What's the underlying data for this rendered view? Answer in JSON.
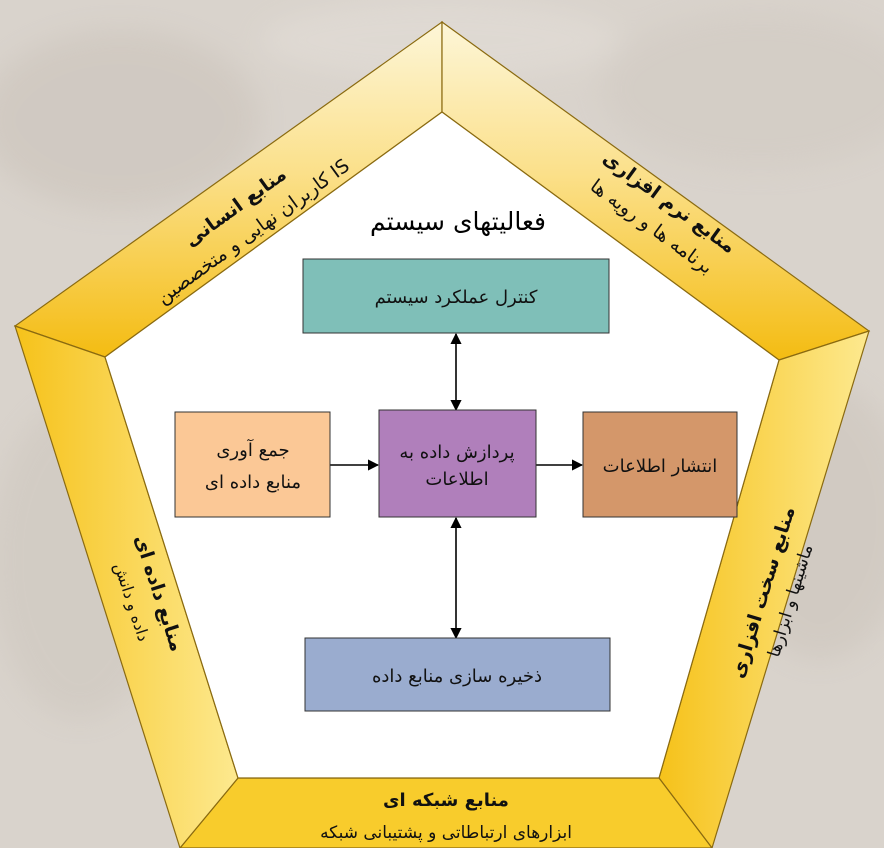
{
  "center_title": "فعالیتهای سیستم",
  "boxes": {
    "control": {
      "label": "کنترل عملکرد سیستم",
      "color": "#7fbfb8"
    },
    "processing": {
      "line1": "پردازش داده به",
      "line2": "اطلاعات",
      "color": "#b07fbb"
    },
    "input": {
      "line1": "جمع آوری",
      "line2": "منابع داده ای",
      "color": "#fbc896"
    },
    "output": {
      "label": "انتشار اطلاعات",
      "color": "#d4976a"
    },
    "storage": {
      "label": "ذخیره سازی منابع داده",
      "color": "#9aaccf"
    }
  },
  "sides": {
    "human": {
      "title": "منابع انسانی",
      "subtitle": "کاربران نهایی و متخصصین IS"
    },
    "software": {
      "title": "منابع نرم افزاری",
      "subtitle": "برنامه ها و رویه ها"
    },
    "hardware": {
      "title": "منابع سخت افزاری",
      "subtitle": "ماشینها و ابزارها"
    },
    "network": {
      "title": "منابع شبکه ای",
      "subtitle": "ابزارهای ارتباطاتی و پشتیبانی شبکه"
    },
    "data": {
      "title": "منابع داده ای",
      "subtitle": "داده و دانش"
    }
  },
  "colors": {
    "background": "#d9d3cc",
    "band_light": "#fdf2c4",
    "band_dark": "#f6c21a",
    "inner_fill": "#ffffff"
  }
}
